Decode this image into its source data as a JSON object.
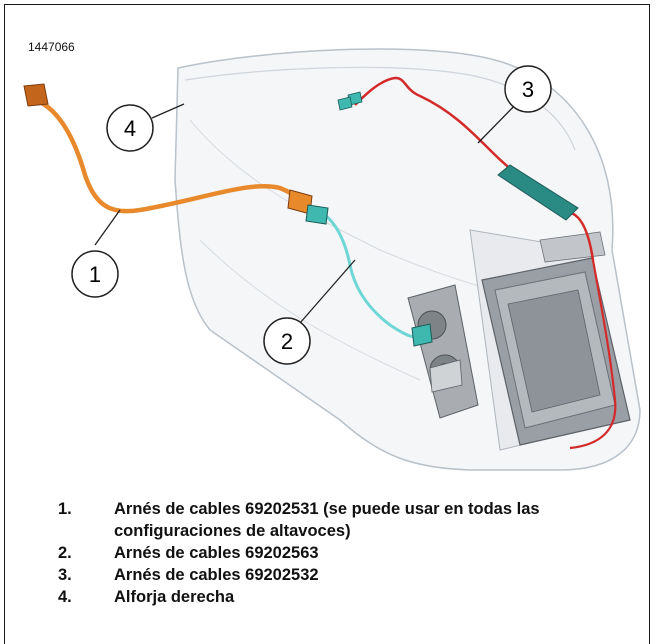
{
  "figure_id": "1447066",
  "callouts": [
    {
      "number": "1"
    },
    {
      "number": "2"
    },
    {
      "number": "3"
    },
    {
      "number": "4"
    }
  ],
  "legend": [
    {
      "number": "1.",
      "text": "Arnés de cables 69202531 (se puede usar en todas las configuraciones de altavoces)"
    },
    {
      "number": "2.",
      "text": "Arnés de cables 69202563"
    },
    {
      "number": "3.",
      "text": "Arnés de cables 69202532"
    },
    {
      "number": "4.",
      "text": "Alforja derecha"
    }
  ],
  "colors": {
    "harness_1": "#e8892c",
    "harness_2": "#6fd6d6",
    "harness_3": "#d42a2a",
    "module": "#2a8a84",
    "saddlebag_outline": "#b9c1c9"
  }
}
